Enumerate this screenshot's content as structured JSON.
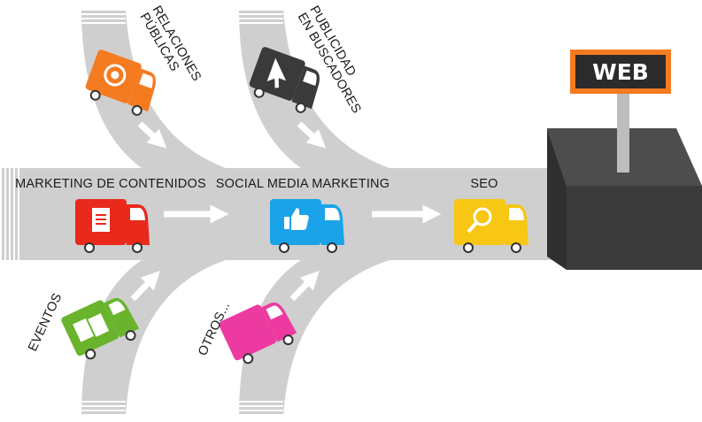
{
  "main_road": {
    "channels": [
      {
        "id": "contenidos",
        "label": "MARKETING DE CONTENIDOS",
        "truck_color": "#e8291c",
        "icon": "document-icon"
      },
      {
        "id": "social",
        "label": "SOCIAL MEDIA MARKETING",
        "truck_color": "#1aa3e8",
        "icon": "thumbs-up-icon"
      },
      {
        "id": "seo",
        "label": "SEO",
        "truck_color": "#f7c713",
        "icon": "magnifier-icon"
      }
    ]
  },
  "branch_roads": {
    "top": [
      {
        "id": "relaciones",
        "label_lines": [
          "RELACIONES",
          "PÚBLICAS"
        ],
        "truck_color": "#f47b20",
        "icon": "people-circle-icon"
      },
      {
        "id": "publicidad",
        "label_lines": [
          "PUBLICIDAD",
          "EN BUSCADORES"
        ],
        "truck_color": "#3a3a3a",
        "icon": "cursor-arrow-icon"
      }
    ],
    "bottom": [
      {
        "id": "eventos",
        "label_lines": [
          "EVENTOS"
        ],
        "truck_color": "#6ab42d",
        "icon": "tickets-icon"
      },
      {
        "id": "otros",
        "label_lines": [
          "OTROS..."
        ],
        "truck_color": "#ec3aa1",
        "icon": "none"
      }
    ]
  },
  "destination": {
    "sign_text": "WEB",
    "sign_color": "#2b2b2b",
    "sign_border_color": "#f47b20",
    "building_color": "#3b3b3b"
  },
  "colors": {
    "road": "#cfcfcf",
    "arrow": "#ffffff",
    "stripe": "#ffffff"
  }
}
